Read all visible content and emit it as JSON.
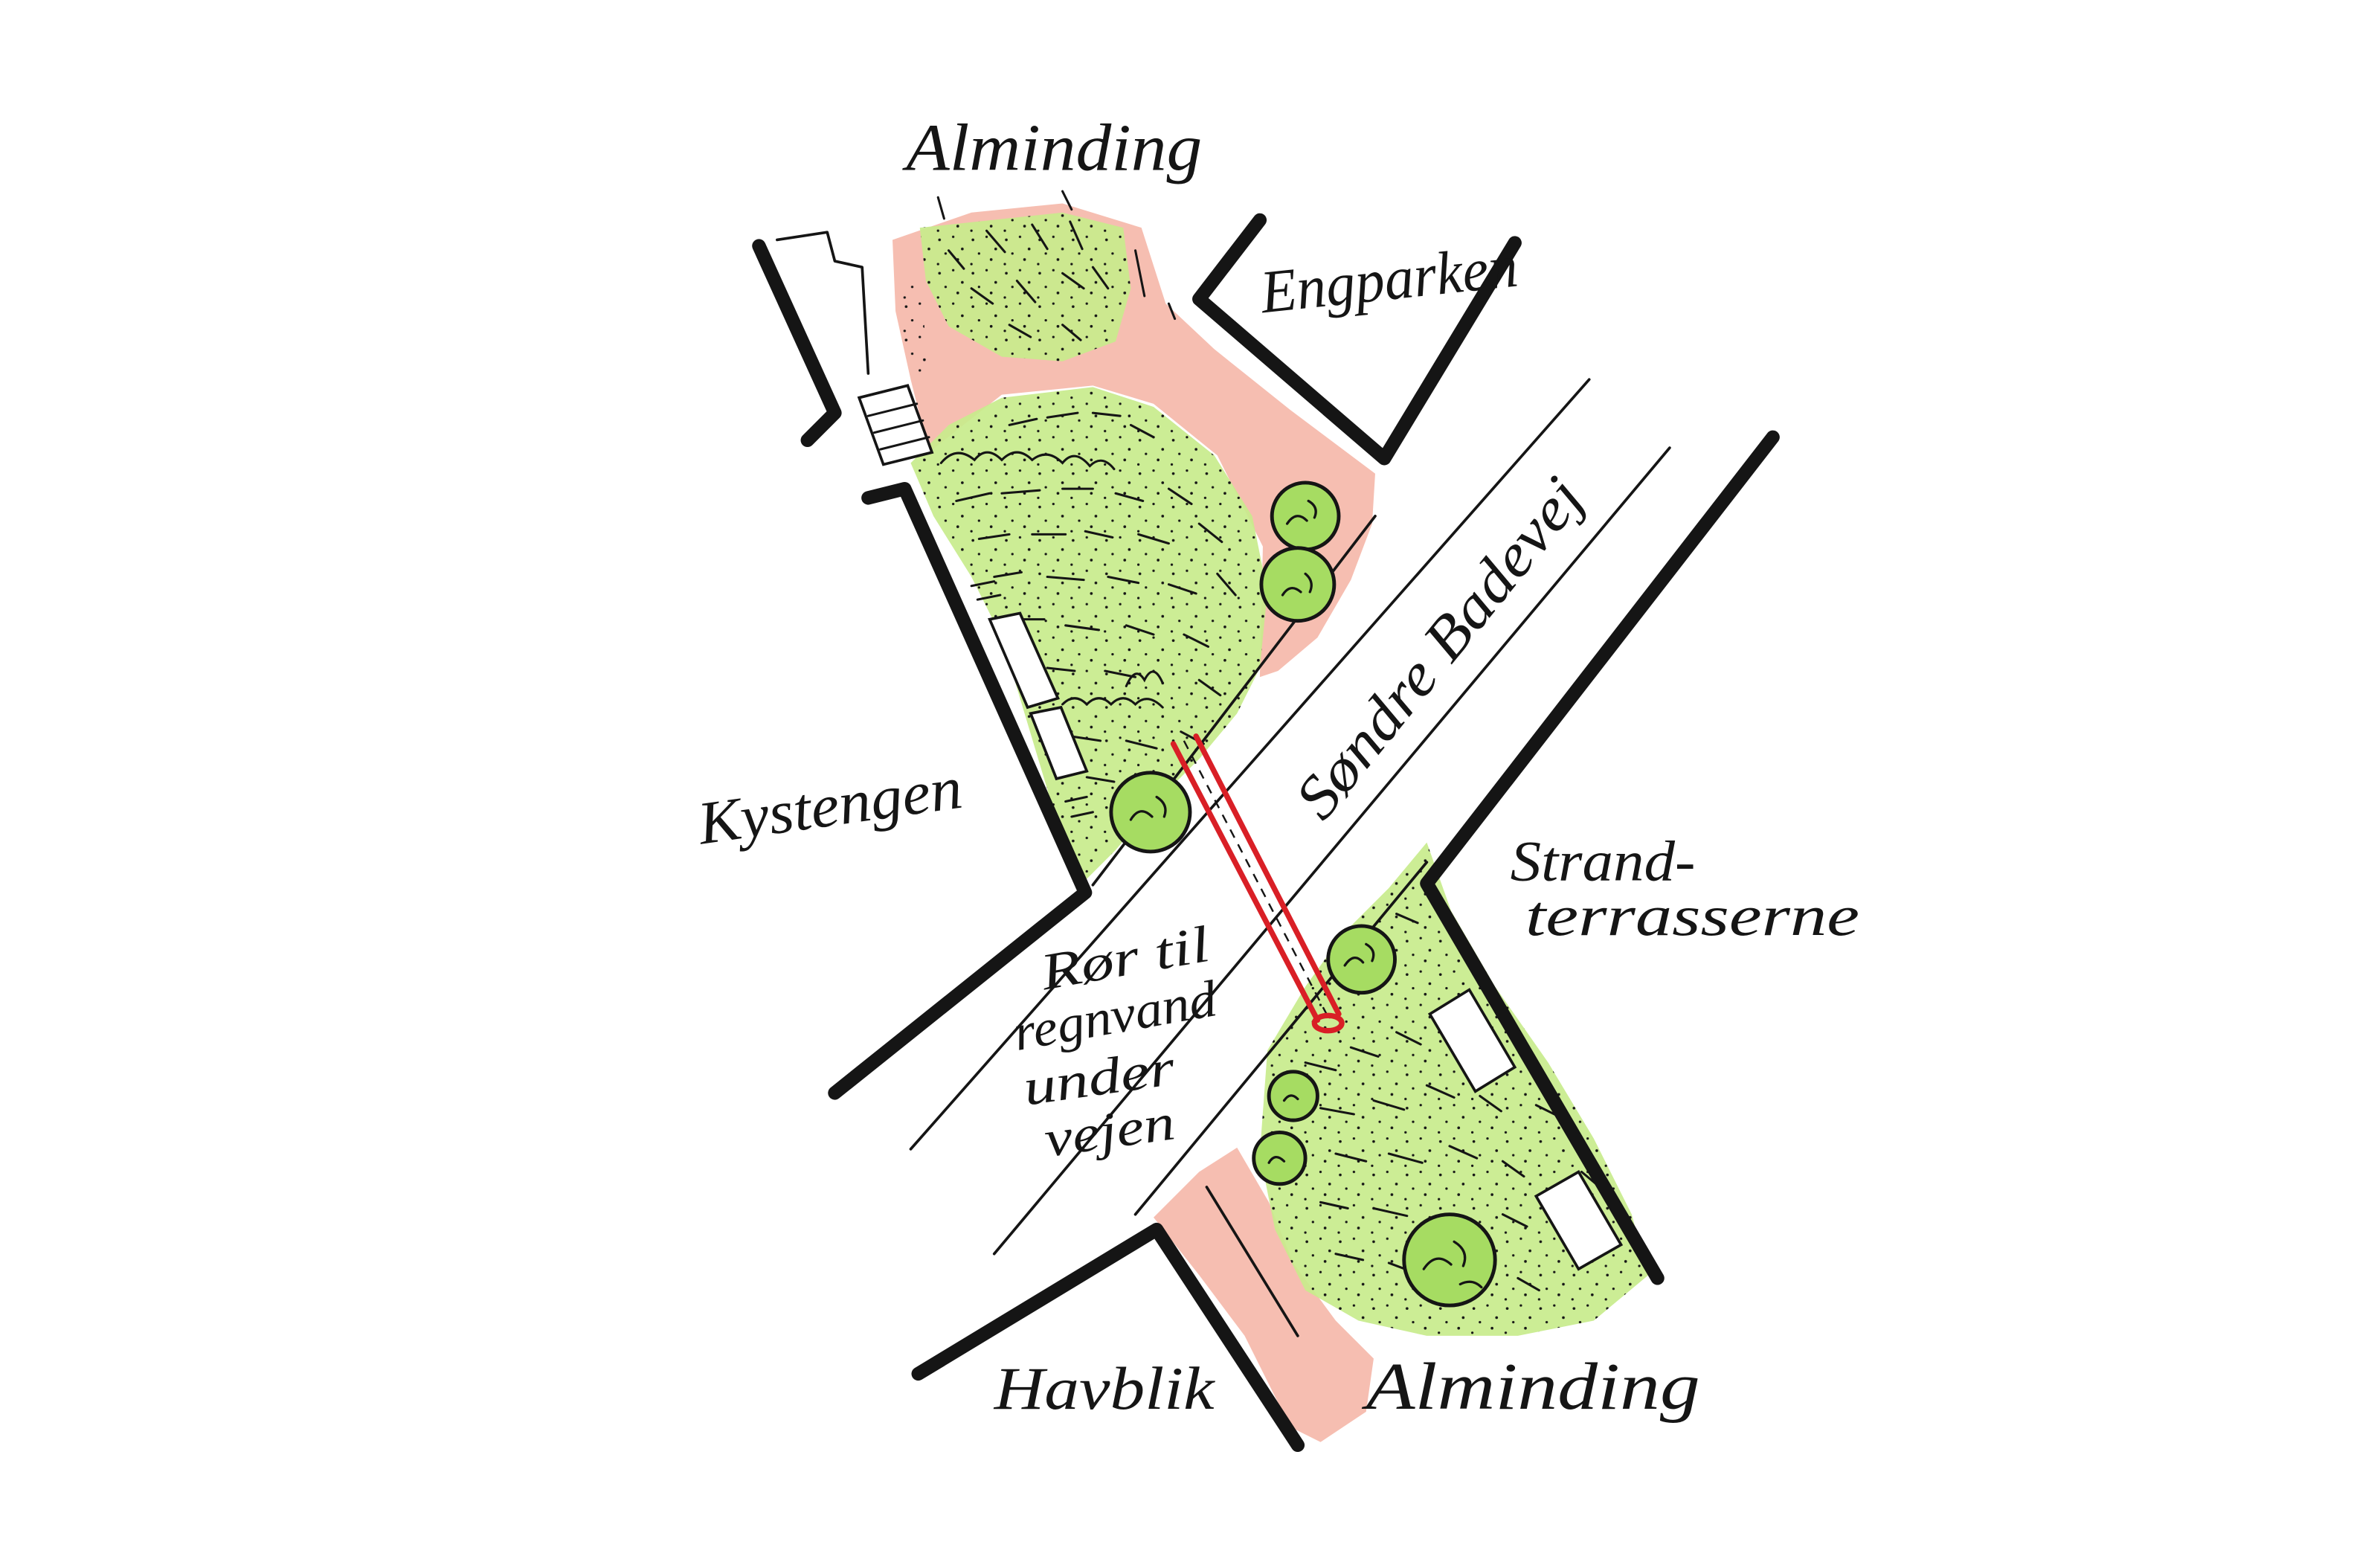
{
  "map": {
    "labels": {
      "north_area": "Alminding",
      "engparken": "Engparken",
      "kystengen": "Kystengen",
      "road_name": "Søndre Badevej",
      "strandterrasserne": [
        "Strand-",
        "terrasserne"
      ],
      "pipe_note": [
        "Rør til",
        "regnvand",
        "under",
        "vejen"
      ],
      "havblik": "Havblik",
      "south_area": "Alminding"
    },
    "colors": {
      "green_area": "#c8ec8c",
      "pink_area": "#f5b3a3",
      "tree_fill": "#a6dc62",
      "ink": "#151515",
      "pipe": "#d91f26",
      "paper": "#ffffff"
    }
  }
}
